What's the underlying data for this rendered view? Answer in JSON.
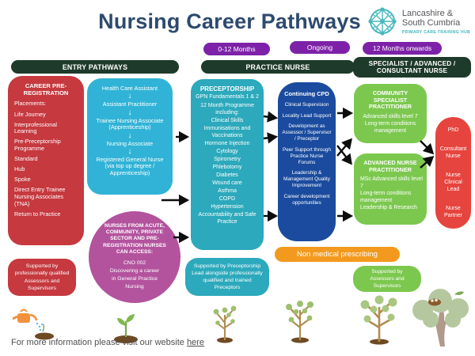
{
  "title": "Nursing Career Pathways",
  "logo": {
    "name_line1": "Lancashire &",
    "name_line2": "South Cumbria",
    "tagline": "PRIMARY CARE TRAINING HUB"
  },
  "timeline": {
    "pill1": "0-12 Months",
    "pill2": "Ongoing",
    "pill3": "12 Months onwards"
  },
  "column_headers": {
    "entry": "ENTRY PATHWAYS",
    "practice": "PRACTICE NURSE",
    "specialist": "SPECIALIST / ADVANCED / CONSULTANT NURSE"
  },
  "career_pre_registration": {
    "title": "CAREER PRE-REGISTRATION",
    "items": [
      "Placements:",
      "Life Journey",
      "Interprofessional Learning",
      "Pre-Preceptorship Programme",
      "Standard",
      "Hub",
      "Spoke",
      "Direct Entry Trainee Nursing Associates (TNA)",
      "Return to Practice"
    ],
    "support": "Supported by professionally qualified Assessors and Supervisors"
  },
  "entry_progression": {
    "steps": [
      "Health Care Assistant",
      "Assistant Practitioner",
      "Trainee Nursing Associate (Apprenticeship)",
      "Nursing Associate",
      "Registered General Nurse (via top up degree / Apprenticeship)"
    ]
  },
  "access_circle": {
    "title": "NURSES FROM ACUTE, COMMUNITY, PRIVATE SECTOR AND PRE-REGISTRATION NURSES CAN ACCESS:",
    "body_line1": "CNO 002",
    "body_line2": "Discovering a career",
    "body_line3": "in General Practice",
    "body_line4": "Nursing"
  },
  "preceptorship": {
    "title": "PRECEPTORSHIP",
    "subtitle1": "GPN Fundamentals 1 & 2",
    "subtitle2": "12 Month Programme including:",
    "items": [
      "Clinical Skills",
      "Immunisations and Vaccinations",
      "Hormone Injection",
      "Cytology",
      "Spirometry",
      "Phlebotomy",
      "Diabetes",
      "Wound care",
      "Asthma",
      "COPD",
      "Hypertension",
      "Accountability and Safe Practice"
    ],
    "support": "Supported by Preceptorship Lead alongside professionally qualified and trained Preceptors"
  },
  "continuing_cpd": {
    "title": "Continuing CPD",
    "items": [
      "Clinical Supervision",
      "Locality Lead Support",
      "Development as Assessor / Supervisor / Preceptor",
      "Peer Support through Practice Nurse Forums",
      "Leadership & Management Quality Improvement",
      "Career development opportunities"
    ]
  },
  "community_specialist": {
    "title": "COMMUNITY SPECIALIST PRACTITIONER",
    "items": [
      "Advanced skills level 7",
      "Long-term conditions management"
    ]
  },
  "advanced_nurse": {
    "title": "ADVANCED NURSE PRACTITIONER",
    "items": [
      "MSc Advanced skills level 7",
      "Long-term conditions management",
      "Leadership & Research"
    ]
  },
  "senior_roles": {
    "items": [
      "PhD",
      "Consultant Nurse",
      "Nurse Clinical Lead",
      "Nurse Partner"
    ]
  },
  "non_medical_prescribing": "Non medical prescribing",
  "assessors_support": "Supported by Assessors and Supervisors",
  "footer": {
    "text": "For more information please visit our website ",
    "link": "here"
  },
  "icons": {
    "down_arrow": "↓"
  },
  "colors": {
    "title_navy": "#2d4a6e",
    "purple_pill": "#7d22a8",
    "dark_green_header": "#1e3a2a",
    "red_column": "#c5393f",
    "blue_entry": "#30b3d6",
    "teal_preceptorship": "#2ca9bc",
    "cpd_blue": "#1a4b9e",
    "green_box": "#7cc84f",
    "purple_circle": "#b3539e",
    "orange_bar": "#f39a1e",
    "senior_red": "#e6443e"
  }
}
